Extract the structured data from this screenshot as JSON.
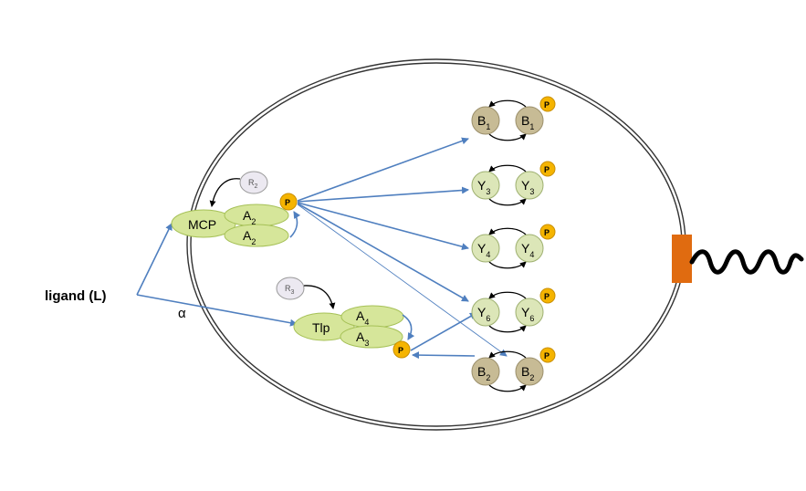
{
  "ligand_label": "ligand (L)",
  "alpha_label": "α",
  "p_label": "P",
  "mcp": {
    "label": "MCP",
    "a_top": "A",
    "a_top_sub": "2",
    "a_bot": "A",
    "a_bot_sub": "2",
    "r": "R",
    "r_sub": "2"
  },
  "tlp": {
    "label": "Tlp",
    "a_top": "A",
    "a_top_sub": "4",
    "a_bot": "A",
    "a_bot_sub": "3",
    "r": "R",
    "r_sub": "3"
  },
  "regulators": [
    {
      "left": "B",
      "right": "B",
      "sub": "1"
    },
    {
      "left": "Y",
      "right": "Y",
      "sub": "3"
    },
    {
      "left": "Y",
      "right": "Y",
      "sub": "4"
    },
    {
      "left": "Y",
      "right": "Y",
      "sub": "6"
    },
    {
      "left": "B",
      "right": "B",
      "sub": "2"
    }
  ],
  "colors": {
    "cell_outline": "#333333",
    "green_fill": "#d6e69a",
    "green_stroke": "#a6c157",
    "tan_fill": "#c7bb95",
    "tan_stroke": "#9b8f6b",
    "y_fill": "#dce6b8",
    "y_stroke": "#9eb070",
    "phospho": "#f5b400",
    "r_fill": "#ece9f1",
    "arrow_blue": "#4f7fbf",
    "flagellar_motor": "#e06b10",
    "flagellum": "#000000"
  }
}
